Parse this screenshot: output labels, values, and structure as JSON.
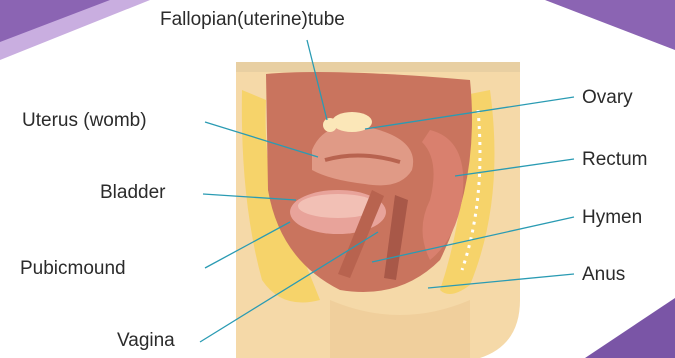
{
  "labels": {
    "fallopian": "Fallopian(uterine)tube",
    "uterus": "Uterus (womb)",
    "bladder": "Bladder",
    "pubic_mound": "Pubicmound",
    "vagina": "Vagina",
    "ovary": "Ovary",
    "rectum": "Rectum",
    "hymen": "Hymen",
    "anus": "Anus"
  },
  "colors": {
    "leader_line": "#2a9bb3",
    "corner_accent": "#8b64b3",
    "skin": "#f5d9a8",
    "fat": "#f6d36a",
    "uterus": "#d78a7a",
    "tissue_dark": "#b8634f"
  }
}
